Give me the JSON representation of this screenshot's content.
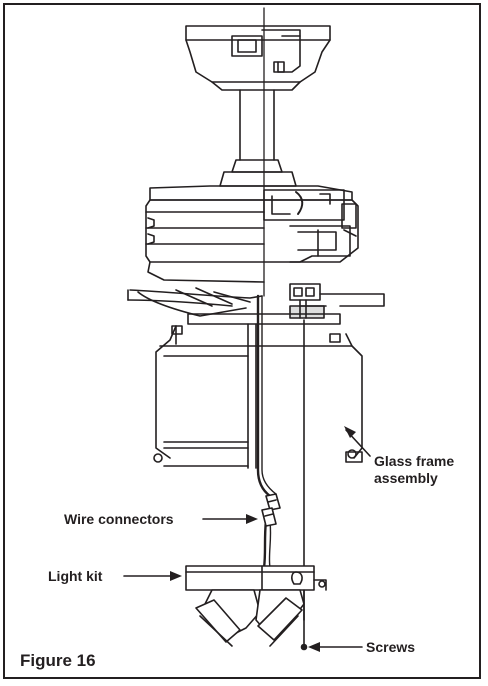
{
  "figure": {
    "caption": "Figure 16",
    "labels": {
      "glass_frame_line1": "Glass frame",
      "glass_frame_line2": "assembly",
      "wire_connectors": "Wire connectors",
      "light_kit": "Light kit",
      "screws": "Screws"
    }
  },
  "colors": {
    "line": "#231f20",
    "background": "#ffffff"
  }
}
